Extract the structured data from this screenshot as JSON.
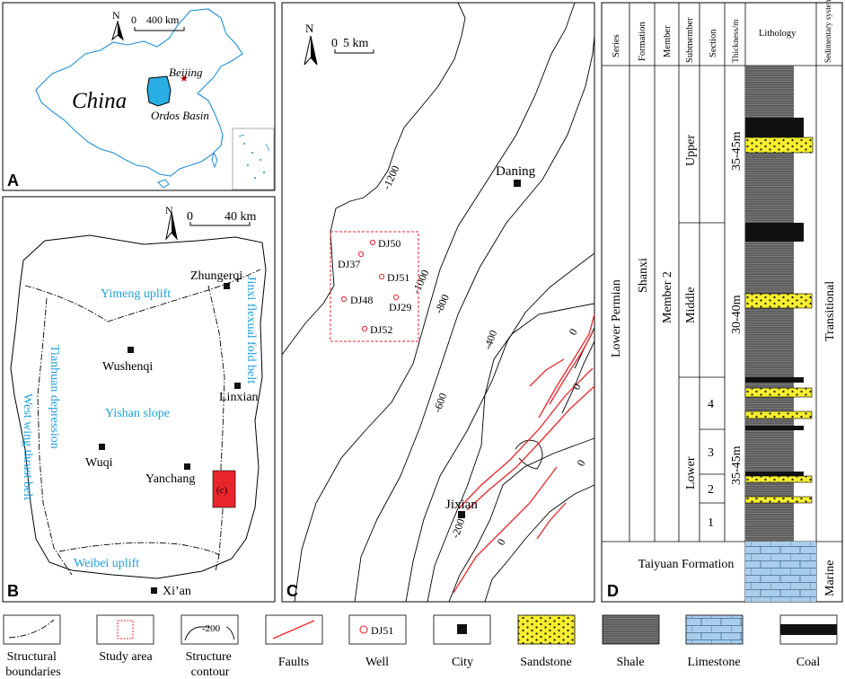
{
  "panel_letters": {
    "a": "A",
    "b": "B",
    "c": "C",
    "d": "D"
  },
  "north": "N",
  "panelA": {
    "scale": "400 km",
    "scale_zero": "0",
    "country": "China",
    "capital": "Beijing",
    "basin": "Ordos Basin",
    "basin_color": "#29aee4"
  },
  "panelB": {
    "scale": "40 km",
    "scale_zero": "0",
    "cities": [
      "Zhungerqi",
      "Wushenqi",
      "Linxian",
      "Wuqi",
      "Yanchang",
      "Xi’an"
    ],
    "units": [
      "Yimeng uplift",
      "Yishan slope",
      "Weibei uplift",
      "Tianhuan depression",
      "West wing thrust belt",
      "Jinxi flexual fold belt"
    ],
    "study_label": "(c)",
    "unit_color": "#1ea0dc",
    "study_color": "#e8262b"
  },
  "panelC": {
    "scale": "5 km",
    "scale_zero": "0",
    "cities": [
      "Daning",
      "Jixian"
    ],
    "wells": [
      "DJ50",
      "DJ37",
      "DJ51",
      "DJ48",
      "DJ29",
      "DJ52"
    ],
    "contours": [
      "-1200",
      "-1000",
      "-800",
      "-600",
      "-400",
      "-200",
      "0",
      "0",
      "0",
      "0"
    ],
    "fault_color": "#e8262b"
  },
  "panelD": {
    "headers": [
      "Series",
      "Formation",
      "Member",
      "Submember",
      "Section",
      "Thickness/m",
      "Lithology",
      "Sedimentary system"
    ],
    "series": "Lower Permian",
    "formation": "Shanxi",
    "member": "Member 2",
    "submembers": [
      "Upper",
      "Middle",
      "Lower"
    ],
    "sections": [
      "4",
      "3",
      "2",
      "1"
    ],
    "thickness": [
      "35-45m",
      "30-40m",
      "35-45m"
    ],
    "taiyuan": "Taiyuan Formation",
    "systems": [
      "Transitional",
      "Marine"
    ]
  },
  "legend": [
    {
      "label": "Structural boundaries"
    },
    {
      "label": "Study area"
    },
    {
      "label": "Structure contour",
      "value": "-200"
    },
    {
      "label": "Faults"
    },
    {
      "label": "Well",
      "value": "DJ51"
    },
    {
      "label": "City"
    },
    {
      "label": "Sandstone"
    },
    {
      "label": "Shale"
    },
    {
      "label": "Limestone"
    },
    {
      "label": "Coal"
    }
  ],
  "colors": {
    "sandstone": "#f7ee2e",
    "shale": "#5a5a5a",
    "limestone": "#a9cdea",
    "coal": "#111111"
  }
}
